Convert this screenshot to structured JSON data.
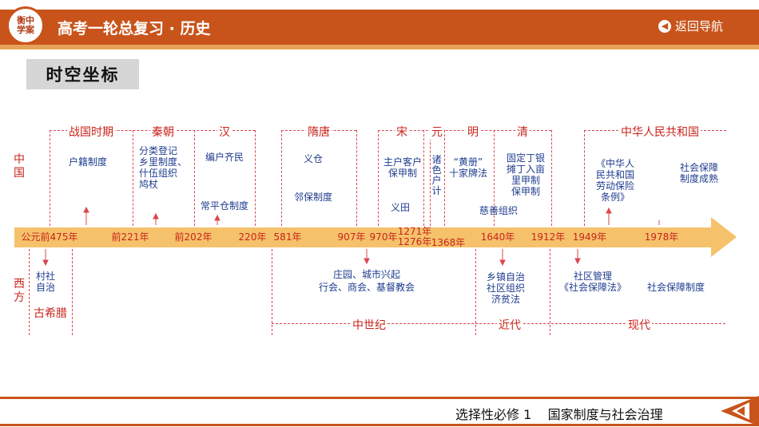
{
  "header": {
    "logo_text": "衡中学案",
    "title": "高考一轮总复习 · 历史",
    "nav_label": "返回导航"
  },
  "section_title": "时空坐标",
  "sides": {
    "china": "中国",
    "west": "西方"
  },
  "dynasties": {
    "warring": "战国时期",
    "qin": "秦朝",
    "han": "汉",
    "suitang": "隋唐",
    "song": "宋",
    "yuan": "元",
    "ming": "明",
    "qing": "清",
    "prc": "中华人民共和国"
  },
  "china_items": {
    "huji": "户籍制度",
    "fenlei": "分类登记\n乡里制度、\n什伍组织\n鸠杖",
    "bianhu": "编户齐民",
    "changping": "常平仓制度",
    "yicang": "义仓",
    "linbao": "邻保制度",
    "zhuhu": "主户客户\n保甲制",
    "yitian": "义田",
    "zhuse": "诸色户计",
    "huangce": "“黄册”\n十家牌法",
    "guding": "固定丁银\n摊丁入亩\n里甲制\n保甲制",
    "cishan": "慈善组织",
    "laodong": "《中华人\n民共和国\n劳动保险\n条例》",
    "shehui_cs": "社会保障\n制度成熟"
  },
  "years": {
    "y475": "公元前475年",
    "y221": "前221年",
    "y202": "前202年",
    "y220": "220年",
    "y581": "581年",
    "y907": "907年",
    "y970": "970年",
    "y1271": "1271年\n1276年",
    "y1368": "1368年",
    "y1640": "1640年",
    "y1912": "1912年",
    "y1949": "1949年",
    "y1978": "1978年"
  },
  "west_items": {
    "cunshe": "村社\n自治",
    "greece": "古希腊",
    "zhuangyuan": "庄园、城市兴起\n行会、商会、基督教会",
    "xiangzhen": "乡镇自治\n社区组织\n济贫法",
    "shequ": "社区管理\n《社会保障法》",
    "baozhang": "社会保障制度"
  },
  "periods": {
    "medieval": "中世纪",
    "early_modern": "近代",
    "modern": "现代"
  },
  "footer": {
    "course": "选择性必修 1",
    "topic": "国家制度与社会治理"
  },
  "colors": {
    "accent": "#c8541b",
    "label_blue": "#1f3d8f",
    "label_red": "#c8241b",
    "arrow": "#f5c26b"
  }
}
